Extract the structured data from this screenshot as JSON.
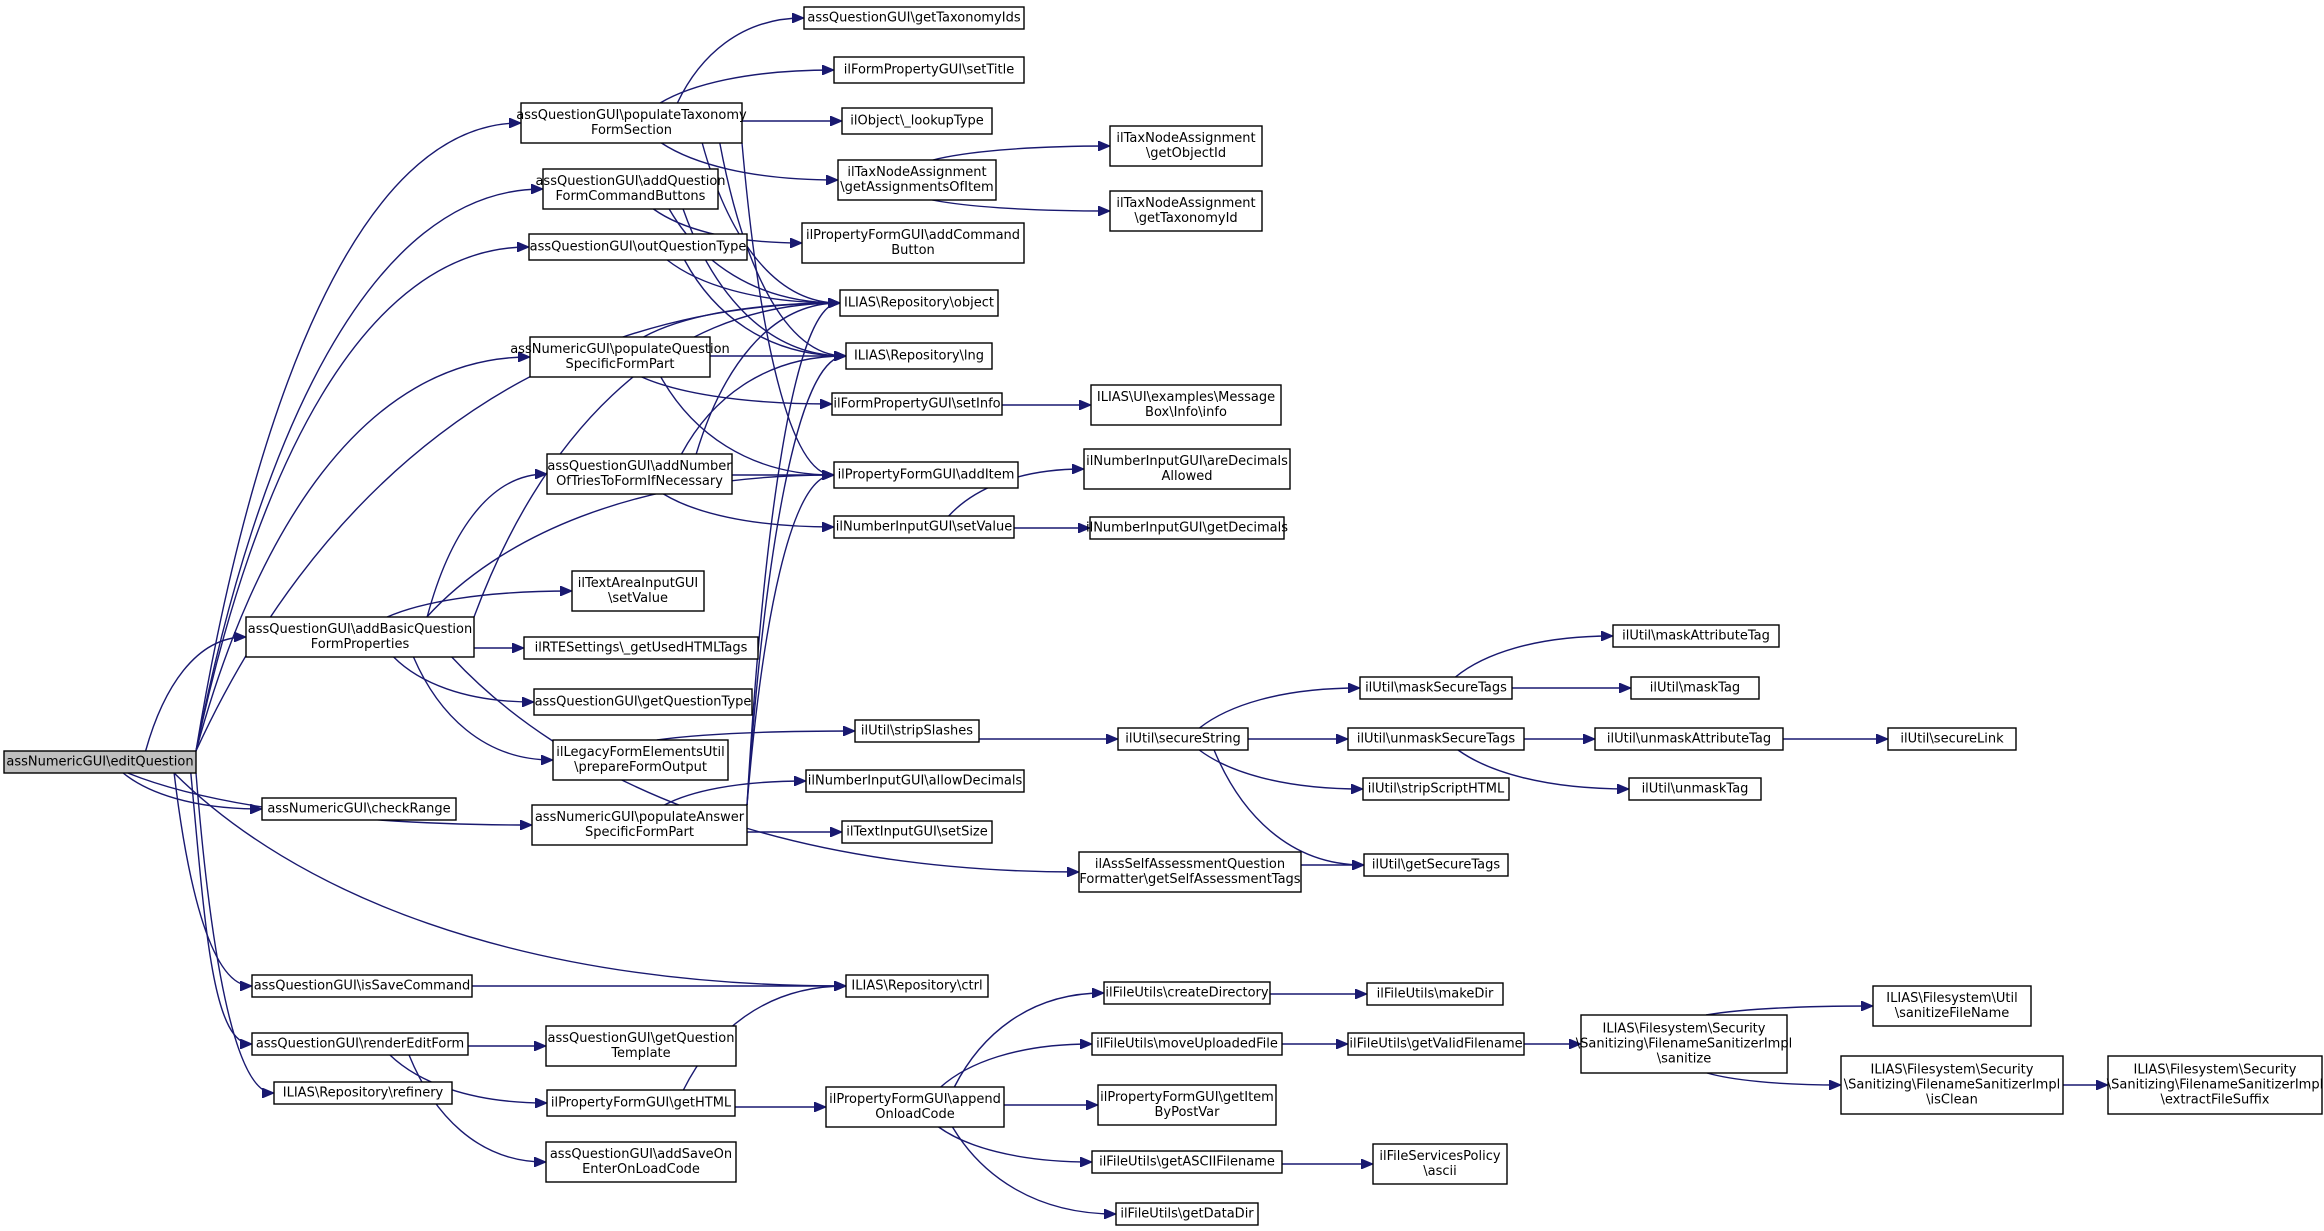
{
  "graph": {
    "title": "",
    "root": "assNumericGUI\\editQuestion",
    "nodes": [
      {
        "id": "editQuestion",
        "label": "assNumericGUI\\editQuestion",
        "root": true
      },
      {
        "id": "populateTaxonomy",
        "label": "assQuestionGUI\\populateTaxonomy\nFormSection"
      },
      {
        "id": "addQuestionFormCommandButtons",
        "label": "assQuestionGUI\\addQuestion\nFormCommandButtons"
      },
      {
        "id": "outQuestionType",
        "label": "assQuestionGUI\\outQuestionType"
      },
      {
        "id": "populateQuestionSpecific",
        "label": "assNumericGUI\\populateQuestion\nSpecificFormPart"
      },
      {
        "id": "addNumberOfTries",
        "label": "assQuestionGUI\\addNumber\nOfTriesToFormIfNecessary"
      },
      {
        "id": "addBasicQuestion",
        "label": "assQuestionGUI\\addBasicQuestion\nFormProperties"
      },
      {
        "id": "textAreaSetValue",
        "label": "ilTextAreaInputGUI\n\\setValue"
      },
      {
        "id": "rteGetUsedHTMLTags",
        "label": "ilRTESettings\\_getUsedHTMLTags"
      },
      {
        "id": "getQuestionType",
        "label": "assQuestionGUI\\getQuestionType"
      },
      {
        "id": "prepareFormOutput",
        "label": "ilLegacyFormElementsUtil\n\\prepareFormOutput"
      },
      {
        "id": "checkRange",
        "label": "assNumericGUI\\checkRange"
      },
      {
        "id": "populateAnswer",
        "label": "assNumericGUI\\populateAnswer\nSpecificFormPart"
      },
      {
        "id": "isSaveCommand",
        "label": "assQuestionGUI\\isSaveCommand"
      },
      {
        "id": "renderEditForm",
        "label": "assQuestionGUI\\renderEditForm"
      },
      {
        "id": "refinery",
        "label": "ILIAS\\Repository\\refinery"
      },
      {
        "id": "getQuestionTemplate",
        "label": "assQuestionGUI\\getQuestion\nTemplate"
      },
      {
        "id": "getHTML",
        "label": "ilPropertyFormGUI\\getHTML"
      },
      {
        "id": "addSaveOnEnter",
        "label": "assQuestionGUI\\addSaveOn\nEnterOnLoadCode"
      },
      {
        "id": "getTaxonomyIds",
        "label": "assQuestionGUI\\getTaxonomyIds"
      },
      {
        "id": "setTitle",
        "label": "ilFormPropertyGUI\\setTitle"
      },
      {
        "id": "lookupType",
        "label": "ilObject\\_lookupType"
      },
      {
        "id": "getAssignmentsOfItem",
        "label": "ilTaxNodeAssignment\n\\getAssignmentsOfItem"
      },
      {
        "id": "addCommandButton",
        "label": "ilPropertyFormGUI\\addCommand\nButton"
      },
      {
        "id": "repoObject",
        "label": "ILIAS\\Repository\\object"
      },
      {
        "id": "repoLng",
        "label": "ILIAS\\Repository\\lng"
      },
      {
        "id": "setInfo",
        "label": "ilFormPropertyGUI\\setInfo"
      },
      {
        "id": "addItem",
        "label": "ilPropertyFormGUI\\addItem"
      },
      {
        "id": "numberSetValue",
        "label": "ilNumberInputGUI\\setValue"
      },
      {
        "id": "stripSlashes",
        "label": "ilUtil\\stripSlashes"
      },
      {
        "id": "allowDecimals",
        "label": "ilNumberInputGUI\\allowDecimals"
      },
      {
        "id": "setSize",
        "label": "ilTextInputGUI\\setSize"
      },
      {
        "id": "selfAssessmentTags",
        "label": "ilAssSelfAssessmentQuestion\nFormatter\\getSelfAssessmentTags"
      },
      {
        "id": "repoCtrl",
        "label": "ILIAS\\Repository\\ctrl"
      },
      {
        "id": "appendOnloadCode",
        "label": "ilPropertyFormGUI\\append\nOnloadCode"
      },
      {
        "id": "getObjectId",
        "label": "ilTaxNodeAssignment\n\\getObjectId"
      },
      {
        "id": "getTaxonomyId",
        "label": "ilTaxNodeAssignment\n\\getTaxonomyId"
      },
      {
        "id": "messageBoxInfo",
        "label": "ILIAS\\UI\\examples\\Message\nBox\\Info\\info"
      },
      {
        "id": "areDecimalsAllowed",
        "label": "ilNumberInputGUI\\areDecimals\nAllowed"
      },
      {
        "id": "getDecimals",
        "label": "ilNumberInputGUI\\getDecimals"
      },
      {
        "id": "secureString",
        "label": "ilUtil\\secureString"
      },
      {
        "id": "createDirectory",
        "label": "ilFileUtils\\createDirectory"
      },
      {
        "id": "moveUploadedFile",
        "label": "ilFileUtils\\moveUploadedFile"
      },
      {
        "id": "getItemByPostVar",
        "label": "ilPropertyFormGUI\\getItem\nByPostVar"
      },
      {
        "id": "getASCIIFilename",
        "label": "ilFileUtils\\getASCIIFilename"
      },
      {
        "id": "getDataDir",
        "label": "ilFileUtils\\getDataDir"
      },
      {
        "id": "maskSecureTags",
        "label": "ilUtil\\maskSecureTags"
      },
      {
        "id": "unmaskSecureTags",
        "label": "ilUtil\\unmaskSecureTags"
      },
      {
        "id": "stripScriptHTML",
        "label": "ilUtil\\stripScriptHTML"
      },
      {
        "id": "getSecureTags",
        "label": "ilUtil\\getSecureTags"
      },
      {
        "id": "makeDir",
        "label": "ilFileUtils\\makeDir"
      },
      {
        "id": "getValidFilename",
        "label": "ilFileUtils\\getValidFilename"
      },
      {
        "id": "asciiPolicy",
        "label": "ilFileServicesPolicy\n\\ascii"
      },
      {
        "id": "maskAttributeTag",
        "label": "ilUtil\\maskAttributeTag"
      },
      {
        "id": "maskTag",
        "label": "ilUtil\\maskTag"
      },
      {
        "id": "unmaskAttributeTag",
        "label": "ilUtil\\unmaskAttributeTag"
      },
      {
        "id": "unmaskTag",
        "label": "ilUtil\\unmaskTag"
      },
      {
        "id": "sanitize",
        "label": "ILIAS\\Filesystem\\Security\n\\Sanitizing\\FilenameSanitizerImpl\n\\sanitize"
      },
      {
        "id": "secureLink",
        "label": "ilUtil\\secureLink"
      },
      {
        "id": "sanitizeFileName",
        "label": "ILIAS\\Filesystem\\Util\n\\sanitizeFileName"
      },
      {
        "id": "isClean",
        "label": "ILIAS\\Filesystem\\Security\n\\Sanitizing\\FilenameSanitizerImpl\n\\isClean"
      },
      {
        "id": "extractFileSuffix",
        "label": "ILIAS\\Filesystem\\Security\n\\Sanitizing\\FilenameSanitizerImpl\n\\extractFileSuffix"
      }
    ],
    "edges": [
      [
        "editQuestion",
        "populateTaxonomy"
      ],
      [
        "editQuestion",
        "addQuestionFormCommandButtons"
      ],
      [
        "editQuestion",
        "outQuestionType"
      ],
      [
        "editQuestion",
        "populateQuestionSpecific"
      ],
      [
        "editQuestion",
        "addBasicQuestion"
      ],
      [
        "editQuestion",
        "checkRange"
      ],
      [
        "editQuestion",
        "populateAnswer"
      ],
      [
        "editQuestion",
        "isSaveCommand"
      ],
      [
        "editQuestion",
        "renderEditForm"
      ],
      [
        "editQuestion",
        "refinery"
      ],
      [
        "editQuestion",
        "repoCtrl"
      ],
      [
        "editQuestion",
        "repoObject"
      ],
      [
        "populateTaxonomy",
        "getTaxonomyIds"
      ],
      [
        "populateTaxonomy",
        "setTitle"
      ],
      [
        "populateTaxonomy",
        "lookupType"
      ],
      [
        "populateTaxonomy",
        "getAssignmentsOfItem"
      ],
      [
        "populateTaxonomy",
        "repoObject"
      ],
      [
        "populateTaxonomy",
        "repoLng"
      ],
      [
        "populateTaxonomy",
        "addItem"
      ],
      [
        "getAssignmentsOfItem",
        "getObjectId"
      ],
      [
        "getAssignmentsOfItem",
        "getTaxonomyId"
      ],
      [
        "addQuestionFormCommandButtons",
        "addCommandButton"
      ],
      [
        "addQuestionFormCommandButtons",
        "repoObject"
      ],
      [
        "addQuestionFormCommandButtons",
        "repoLng"
      ],
      [
        "outQuestionType",
        "repoObject"
      ],
      [
        "outQuestionType",
        "repoLng"
      ],
      [
        "populateQuestionSpecific",
        "repoObject"
      ],
      [
        "populateQuestionSpecific",
        "repoLng"
      ],
      [
        "populateQuestionSpecific",
        "setInfo"
      ],
      [
        "populateQuestionSpecific",
        "addItem"
      ],
      [
        "setInfo",
        "messageBoxInfo"
      ],
      [
        "addNumberOfTries",
        "repoObject"
      ],
      [
        "addNumberOfTries",
        "repoLng"
      ],
      [
        "addNumberOfTries",
        "addItem"
      ],
      [
        "addNumberOfTries",
        "numberSetValue"
      ],
      [
        "numberSetValue",
        "areDecimalsAllowed"
      ],
      [
        "numberSetValue",
        "getDecimals"
      ],
      [
        "addBasicQuestion",
        "repoObject"
      ],
      [
        "addBasicQuestion",
        "addNumberOfTries"
      ],
      [
        "addBasicQuestion",
        "addItem"
      ],
      [
        "addBasicQuestion",
        "textAreaSetValue"
      ],
      [
        "addBasicQuestion",
        "rteGetUsedHTMLTags"
      ],
      [
        "addBasicQuestion",
        "getQuestionType"
      ],
      [
        "addBasicQuestion",
        "prepareFormOutput"
      ],
      [
        "addBasicQuestion",
        "selfAssessmentTags"
      ],
      [
        "prepareFormOutput",
        "stripSlashes"
      ],
      [
        "stripSlashes",
        "secureString"
      ],
      [
        "populateAnswer",
        "repoObject"
      ],
      [
        "populateAnswer",
        "repoLng"
      ],
      [
        "populateAnswer",
        "addItem"
      ],
      [
        "populateAnswer",
        "allowDecimals"
      ],
      [
        "populateAnswer",
        "setSize"
      ],
      [
        "selfAssessmentTags",
        "getSecureTags"
      ],
      [
        "isSaveCommand",
        "repoCtrl"
      ],
      [
        "renderEditForm",
        "getQuestionTemplate"
      ],
      [
        "renderEditForm",
        "getHTML"
      ],
      [
        "renderEditForm",
        "addSaveOnEnter"
      ],
      [
        "getHTML",
        "repoCtrl"
      ],
      [
        "getHTML",
        "appendOnloadCode"
      ],
      [
        "appendOnloadCode",
        "createDirectory"
      ],
      [
        "appendOnloadCode",
        "moveUploadedFile"
      ],
      [
        "appendOnloadCode",
        "getItemByPostVar"
      ],
      [
        "appendOnloadCode",
        "getASCIIFilename"
      ],
      [
        "appendOnloadCode",
        "getDataDir"
      ],
      [
        "createDirectory",
        "makeDir"
      ],
      [
        "moveUploadedFile",
        "getValidFilename"
      ],
      [
        "getASCIIFilename",
        "asciiPolicy"
      ],
      [
        "getValidFilename",
        "sanitize"
      ],
      [
        "sanitize",
        "sanitizeFileName"
      ],
      [
        "sanitize",
        "isClean"
      ],
      [
        "isClean",
        "extractFileSuffix"
      ],
      [
        "secureString",
        "maskSecureTags"
      ],
      [
        "secureString",
        "unmaskSecureTags"
      ],
      [
        "secureString",
        "stripScriptHTML"
      ],
      [
        "secureString",
        "getSecureTags"
      ],
      [
        "maskSecureTags",
        "maskAttributeTag"
      ],
      [
        "maskSecureTags",
        "maskTag"
      ],
      [
        "unmaskSecureTags",
        "unmaskAttributeTag"
      ],
      [
        "unmaskSecureTags",
        "unmaskTag"
      ],
      [
        "unmaskAttributeTag",
        "secureLink"
      ]
    ]
  },
  "colors": {
    "edge": "#191970",
    "node_border": "#000000",
    "node_fill": "#ffffff",
    "root_fill": "#bfbfbf",
    "background": "#ffffff"
  }
}
